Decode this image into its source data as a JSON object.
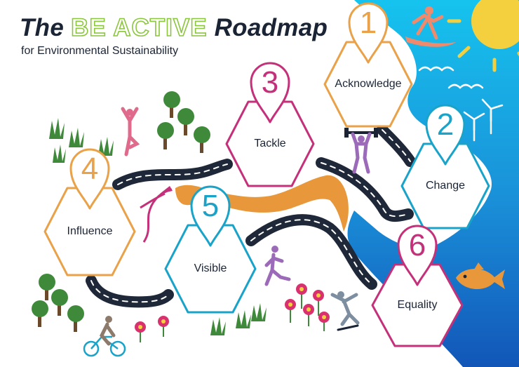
{
  "header": {
    "title_prefix": "The",
    "title_highlight": "BE ACTIVE",
    "title_suffix": "Roadmap",
    "subtitle": "for Environmental Sustainability"
  },
  "colors": {
    "orange": "#e9a249",
    "magenta": "#c4317a",
    "teal": "#1aa3c9",
    "road": "#1f2838",
    "river": "#e8983a",
    "sea_top": "#14b6e8",
    "sea_bottom": "#1565c0",
    "sun": "#f4d03f",
    "green": "#8cc63f"
  },
  "steps": [
    {
      "number": "1",
      "label": "Acknowledge",
      "color": "orange"
    },
    {
      "number": "2",
      "label": "Change",
      "color": "teal"
    },
    {
      "number": "3",
      "label": "Tackle",
      "color": "magenta"
    },
    {
      "number": "4",
      "label": "Influence",
      "color": "orange"
    },
    {
      "number": "5",
      "label": "Visible",
      "color": "teal"
    },
    {
      "number": "6",
      "label": "Equality",
      "color": "magenta"
    }
  ]
}
